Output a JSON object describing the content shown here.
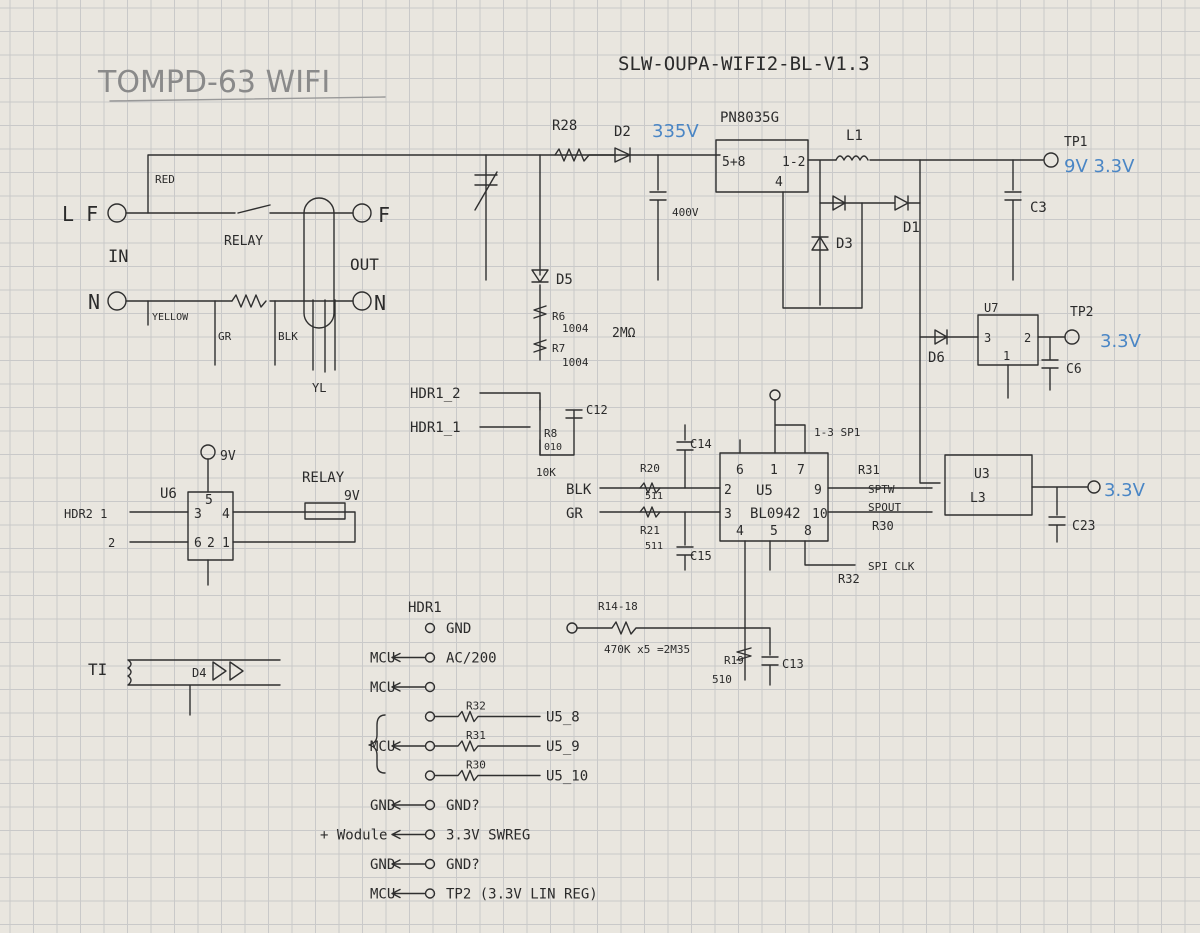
{
  "header": {
    "title": "TOMPD-63 WIFI",
    "board": "SLW-OUPA-WIFI2-BL-V1.3"
  },
  "colors": {
    "paper": "#e9e6df",
    "grid": "#c9c9c9",
    "ink": "#2f2f2f",
    "blue_ink": "#4a86c5"
  },
  "terminals": {
    "l_f": "L F",
    "in": "IN",
    "n": "N",
    "f_out": "F",
    "out": "OUT",
    "n_out": "N"
  },
  "wires": {
    "red": "RED",
    "yellow": "YELLOW",
    "gr": "GR",
    "blk": "BLK",
    "yl": "YL",
    "relay": "RELAY"
  },
  "top_chain": {
    "r28": "R28",
    "d2": "D2",
    "v335": "335V",
    "pn": "PN8035G",
    "pins_in": "5+8",
    "pins_out": "1-2",
    "pin4": "4",
    "l1": "L1",
    "tp1": "TP1",
    "tp1_v": "9V 3.3V",
    "c3": "C3",
    "cap_v": "400V",
    "d1": "D1",
    "d3": "D3",
    "d5": "D5"
  },
  "divider": {
    "r6": "R6",
    "r6v": "1004",
    "r7": "R7",
    "r7v": "1004",
    "total": "2MΩ",
    "hdr12": "HDR1_2",
    "hdr11": "HDR1_1",
    "r8": "R8",
    "r8v": "010",
    "r8n": "10K",
    "c12": "C12"
  },
  "ldo": {
    "u7": "U7",
    "tp2": "TP2",
    "tp2_v": "3.3V",
    "d6": "D6",
    "c6": "C6",
    "p3": "3",
    "p2": "2",
    "p1": "1"
  },
  "bl0942": {
    "u5": "U5",
    "chip": "BL0942",
    "c14": "C14",
    "c15": "C15",
    "r20": "R20",
    "r21": "R21",
    "r20v": "511",
    "r21v": "511",
    "blk": "BLK",
    "gr": "GR",
    "p6": "6",
    "p1": "1",
    "p7": "7",
    "p2": "2",
    "p9": "9",
    "p3": "3",
    "p10": "10",
    "p4": "4",
    "p5": "5",
    "p8": "8",
    "sp1": "1-3 SP1",
    "r31": "R31",
    "sptw": "SPTW",
    "spout": "SPOUT",
    "r30": "R30",
    "spiclk": "SPI CLK",
    "r32": "R32"
  },
  "u3": {
    "u3": "U3",
    "l3": "L3",
    "v33": "3.3V",
    "c23": "C23"
  },
  "u6": {
    "u6": "U6",
    "v9": "9V",
    "relay": "RELAY",
    "rv9": "9V",
    "hdr2": "HDR2 1",
    "two": "2",
    "p3": "3",
    "p5": "5",
    "p4": "4",
    "p6": "6",
    "p2": "2",
    "p1": "1"
  },
  "rsense": {
    "r14": "R14-18",
    "val": "470K x5 =2M35",
    "r19": "R19",
    "r19v": "510",
    "c13": "C13"
  },
  "ti": {
    "ti": "TI",
    "d4": "D4"
  },
  "hdr_list": {
    "title": "HDR1",
    "rows": [
      {
        "left": "",
        "right": "GND"
      },
      {
        "left": "MCU",
        "right": "AC/200"
      },
      {
        "left": "MCU",
        "right": ""
      },
      {
        "left": "",
        "right": "R32",
        "target": "U5_8"
      },
      {
        "left": "MCU",
        "right": "R31",
        "target": "U5_9"
      },
      {
        "left": "",
        "right": "R30",
        "target": "U5_10"
      },
      {
        "left": "GND",
        "right": "GND?"
      },
      {
        "left": "+ Wodule",
        "right": "3.3V SWREG"
      },
      {
        "left": "GND",
        "right": "GND?"
      },
      {
        "left": "MCU",
        "right": "TP2 (3.3V LIN REG)"
      }
    ]
  }
}
